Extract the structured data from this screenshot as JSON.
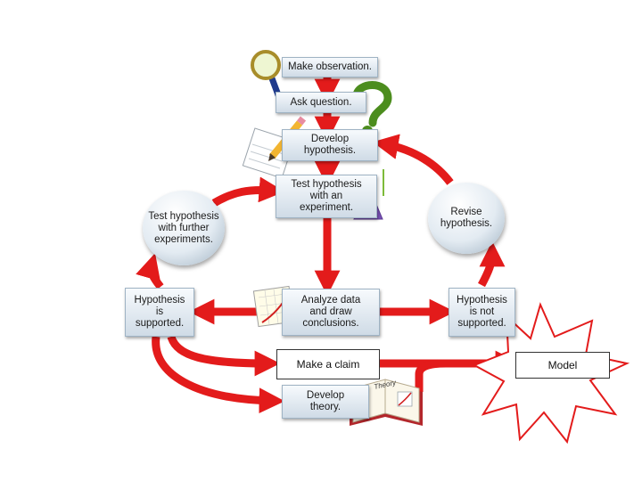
{
  "steps": {
    "observation": "Make observation.",
    "question": "Ask question.",
    "hypothesis": "Develop\nhypothesis.",
    "test": "Test hypothesis\nwith an\nexperiment.",
    "analyze": "Analyze data\nand draw\nconclusions.",
    "supported": "Hypothesis\nis\nsupported.",
    "not_supported": "Hypothesis\nis not\nsupported.",
    "further": "Test hypothesis\nwith further\nexperiments.",
    "revise": "Revise\nhypothesis.",
    "theory": "Develop\ntheory."
  },
  "annotations": {
    "claim": "Make a claim",
    "model": "Model"
  },
  "book_label": "Theory",
  "colors": {
    "arrow": "#e31b1b",
    "star": "#e31b1b"
  }
}
